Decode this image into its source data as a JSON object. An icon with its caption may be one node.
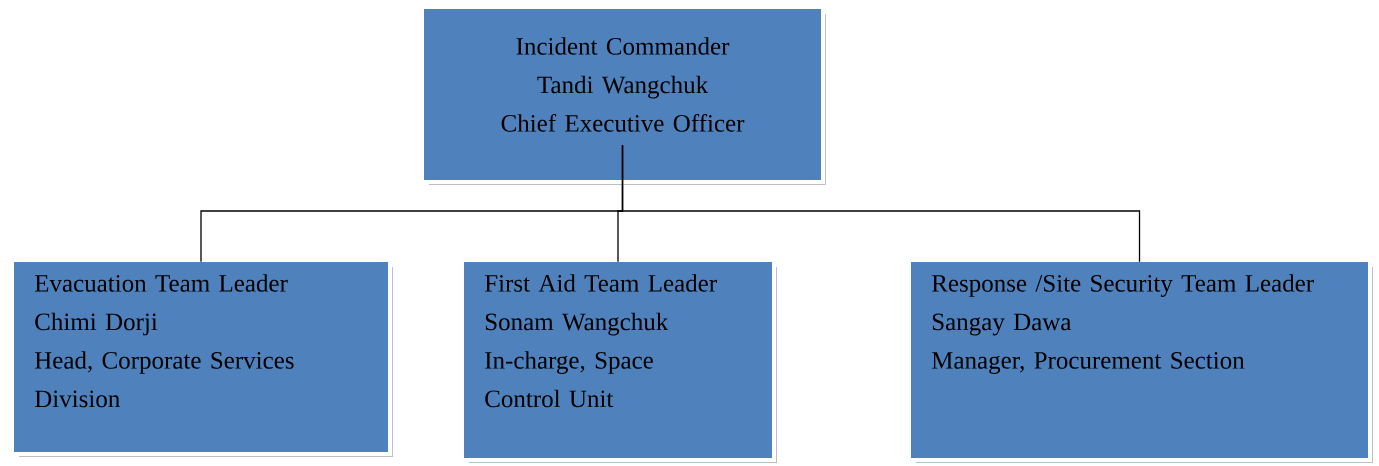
{
  "diagram": {
    "nodes": [
      {
        "text": [
          "Incident Commander",
          "Tandi Wangchuk",
          "Chief Executive Officer"
        ]
      },
      {
        "text": [
          "Evacuation Team Leader",
          "Chimi Dorji",
          "Head, Corporate Services Division"
        ]
      },
      {
        "text": [
          "First Aid Team Leader",
          "Sonam Wangchuk",
          "In-charge, Space Control Unit"
        ]
      },
      {
        "text": [
          "Response /Site Security Team Leader",
          "Sangay Dawa",
          "Manager, Procurement Section"
        ]
      }
    ],
    "edges": [
      {
        "from": 0,
        "to": 1,
        "arrow": "none"
      },
      {
        "from": 0,
        "to": 2,
        "arrow": "none"
      },
      {
        "from": 0,
        "to": 3,
        "arrow": "none"
      }
    ]
  }
}
